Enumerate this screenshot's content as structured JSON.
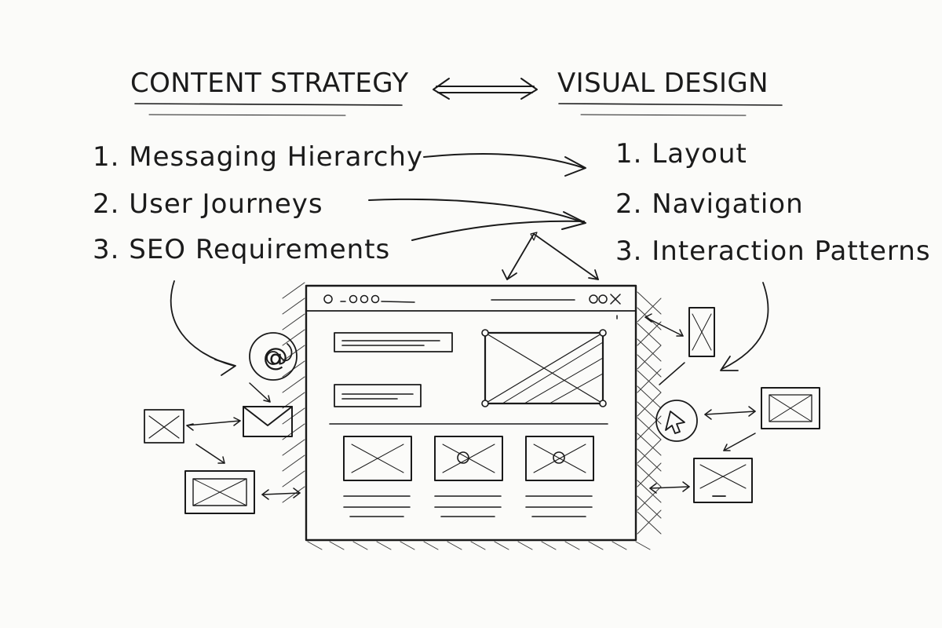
{
  "content_strategy": {
    "heading": "CONTENT STRATEGY",
    "items": [
      "1. Messaging Hierarchy",
      "2. User Journeys",
      "3. SEO Requirements"
    ]
  },
  "visual_design": {
    "heading": "VISUAL DESIGN",
    "items": [
      "1. Layout",
      "2. Navigation",
      "3. Interaction Patterns"
    ]
  },
  "email_symbol": "@",
  "colors": {
    "ink": "#1a1a1a",
    "paper": "#fbfbf9"
  }
}
